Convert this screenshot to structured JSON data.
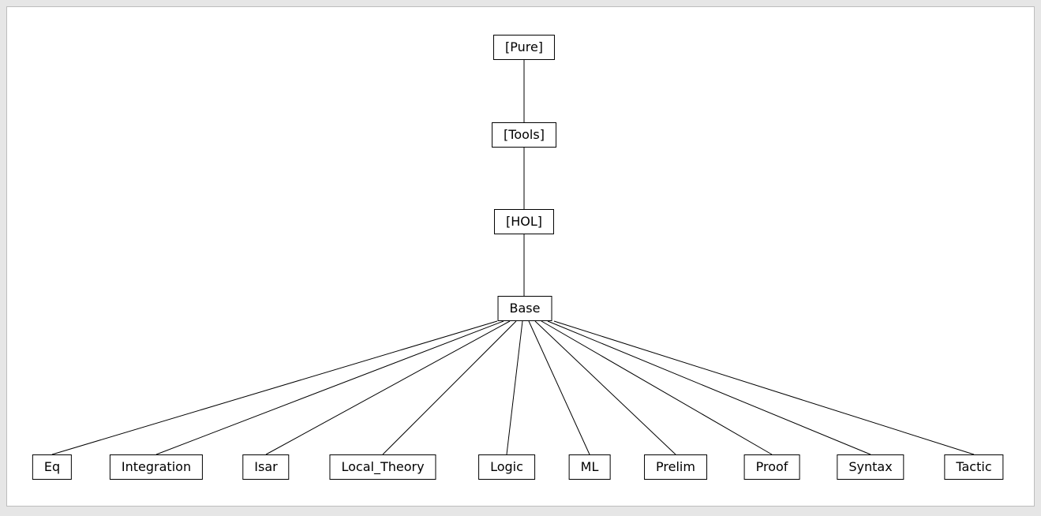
{
  "diagram": {
    "type": "theory-dependency-tree",
    "nodes": {
      "pure": {
        "label": "[Pure]"
      },
      "tools": {
        "label": "[Tools]"
      },
      "hol": {
        "label": "[HOL]"
      },
      "base": {
        "label": "Base"
      },
      "eq": {
        "label": "Eq"
      },
      "integration": {
        "label": "Integration"
      },
      "isar": {
        "label": "Isar"
      },
      "local_theory": {
        "label": "Local_Theory"
      },
      "logic": {
        "label": "Logic"
      },
      "ml": {
        "label": "ML"
      },
      "prelim": {
        "label": "Prelim"
      },
      "proof": {
        "label": "Proof"
      },
      "syntax": {
        "label": "Syntax"
      },
      "tactic": {
        "label": "Tactic"
      }
    },
    "edges": [
      {
        "from": "pure",
        "to": "tools"
      },
      {
        "from": "tools",
        "to": "hol"
      },
      {
        "from": "hol",
        "to": "base"
      },
      {
        "from": "base",
        "to": "eq"
      },
      {
        "from": "base",
        "to": "integration"
      },
      {
        "from": "base",
        "to": "isar"
      },
      {
        "from": "base",
        "to": "local_theory"
      },
      {
        "from": "base",
        "to": "logic"
      },
      {
        "from": "base",
        "to": "ml"
      },
      {
        "from": "base",
        "to": "prelim"
      },
      {
        "from": "base",
        "to": "proof"
      },
      {
        "from": "base",
        "to": "syntax"
      },
      {
        "from": "base",
        "to": "tactic"
      }
    ],
    "colors": {
      "node_fill": "#ffffff",
      "node_border": "#000000",
      "edge": "#000000",
      "canvas": "#ffffff",
      "frame": "#e6e6e6"
    }
  }
}
